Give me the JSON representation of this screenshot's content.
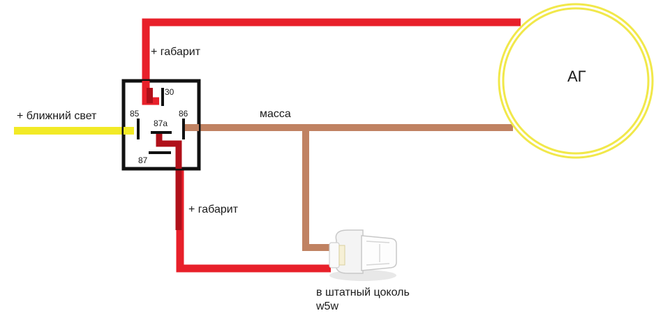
{
  "diagram": {
    "labels": {
      "low_beam": "+ ближний свет",
      "parking_top": "+ габарит",
      "parking_bottom": "+ габарит",
      "ground": "масса",
      "ag": "АГ",
      "socket_line1": "в штатный цоколь",
      "socket_line2": "w5w"
    },
    "pins": {
      "p30": "30",
      "p85": "85",
      "p86": "86",
      "p87a": "87a",
      "p87": "87"
    },
    "colors": {
      "red_wire": "#e8202a",
      "dark_red_wire": "#b0101a",
      "yellow_wire": "#f2ea26",
      "brown_wire": "#c08262",
      "ring": "#f1e84a",
      "relay_box": "#111111"
    }
  }
}
